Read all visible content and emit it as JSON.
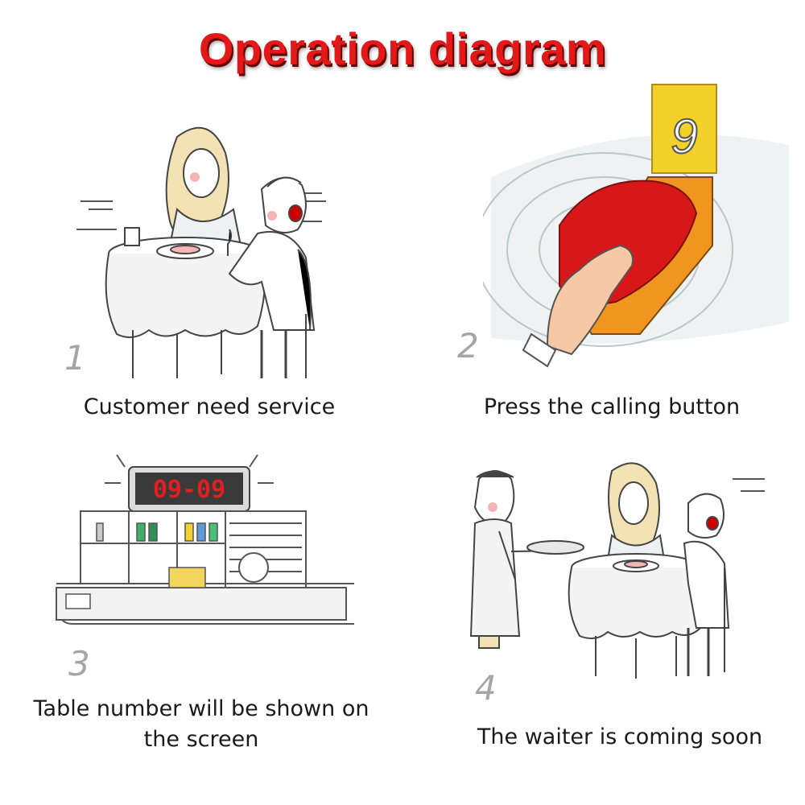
{
  "title": "Operation diagram",
  "colors": {
    "title": "#e31818",
    "table_card": "#f2d22a",
    "button_red": "#d81818",
    "button_orange": "#f0961f",
    "display_red": "#e02020"
  },
  "steps": [
    {
      "number": "1",
      "caption": "Customer need service",
      "illustration": "couple-at-table"
    },
    {
      "number": "2",
      "caption": "Press the calling button",
      "illustration": "finger-pressing-call-button",
      "table_card_number": "9"
    },
    {
      "number": "3",
      "caption_line1": "Table number will be shown on",
      "caption_line2": "the screen",
      "illustration": "counter-with-led-display",
      "display_text": "09-09"
    },
    {
      "number": "4",
      "caption": "The waiter is coming soon",
      "illustration": "waiter-serving-couple"
    }
  ]
}
